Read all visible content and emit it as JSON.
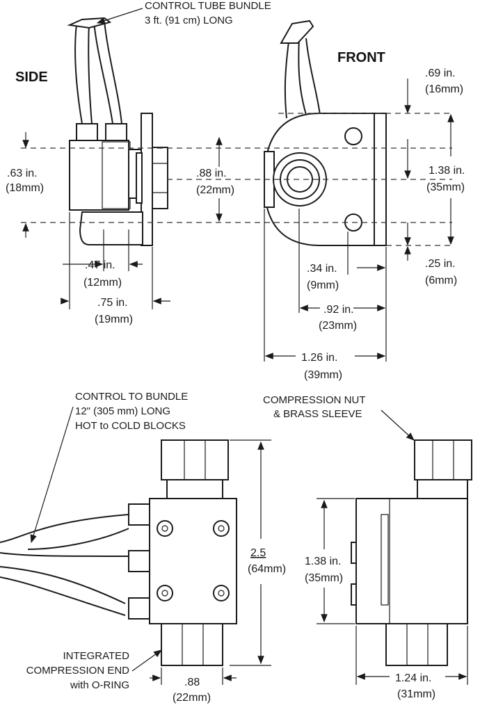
{
  "views": {
    "side_title": "SIDE",
    "front_title": "FRONT"
  },
  "callouts": {
    "tube_bundle_line1": "CONTROL TUBE BUNDLE",
    "tube_bundle_line2": "3 ft. (91 cm) LONG",
    "control_bundle_line1": "CONTROL TO BUNDLE",
    "control_bundle_line2": "12\" (305 mm) LONG",
    "control_bundle_line3": "HOT to COLD BLOCKS",
    "compression_nut_line1": "COMPRESSION NUT",
    "compression_nut_line2": "& BRASS SLEEVE",
    "integrated_line1": "INTEGRATED",
    "integrated_line2": "COMPRESSION END",
    "integrated_line3": "with O-RING"
  },
  "dimensions": {
    "d063_in": ".63 in.",
    "d063_mm": "(18mm)",
    "d088_in": ".88 in.",
    "d088_mm": "(22mm)",
    "d069_in": ".69 in.",
    "d069_mm": "(16mm)",
    "d138_in": "1.38 in.",
    "d138_mm": "(35mm)",
    "d025_in": ".25 in.",
    "d025_mm": "(6mm)",
    "d047_in": ".47 in.",
    "d047_mm": "(12mm)",
    "d075_in": ".75 in.",
    "d075_mm": "(19mm)",
    "d034_in": ".34 in.",
    "d034_mm": "(9mm)",
    "d092_in": ".92 in.",
    "d092_mm": "(23mm)",
    "d126_in": "1.26 in.",
    "d126_mm": "(39mm)",
    "d25_in": "2.5",
    "d25_mm": "(64mm)",
    "d138b_in": "1.38 in.",
    "d138b_mm": "(35mm)",
    "d088b_in": ".88",
    "d088b_mm": "(22mm)",
    "d124_in": "1.24 in.",
    "d124_mm": "(31mm)"
  }
}
